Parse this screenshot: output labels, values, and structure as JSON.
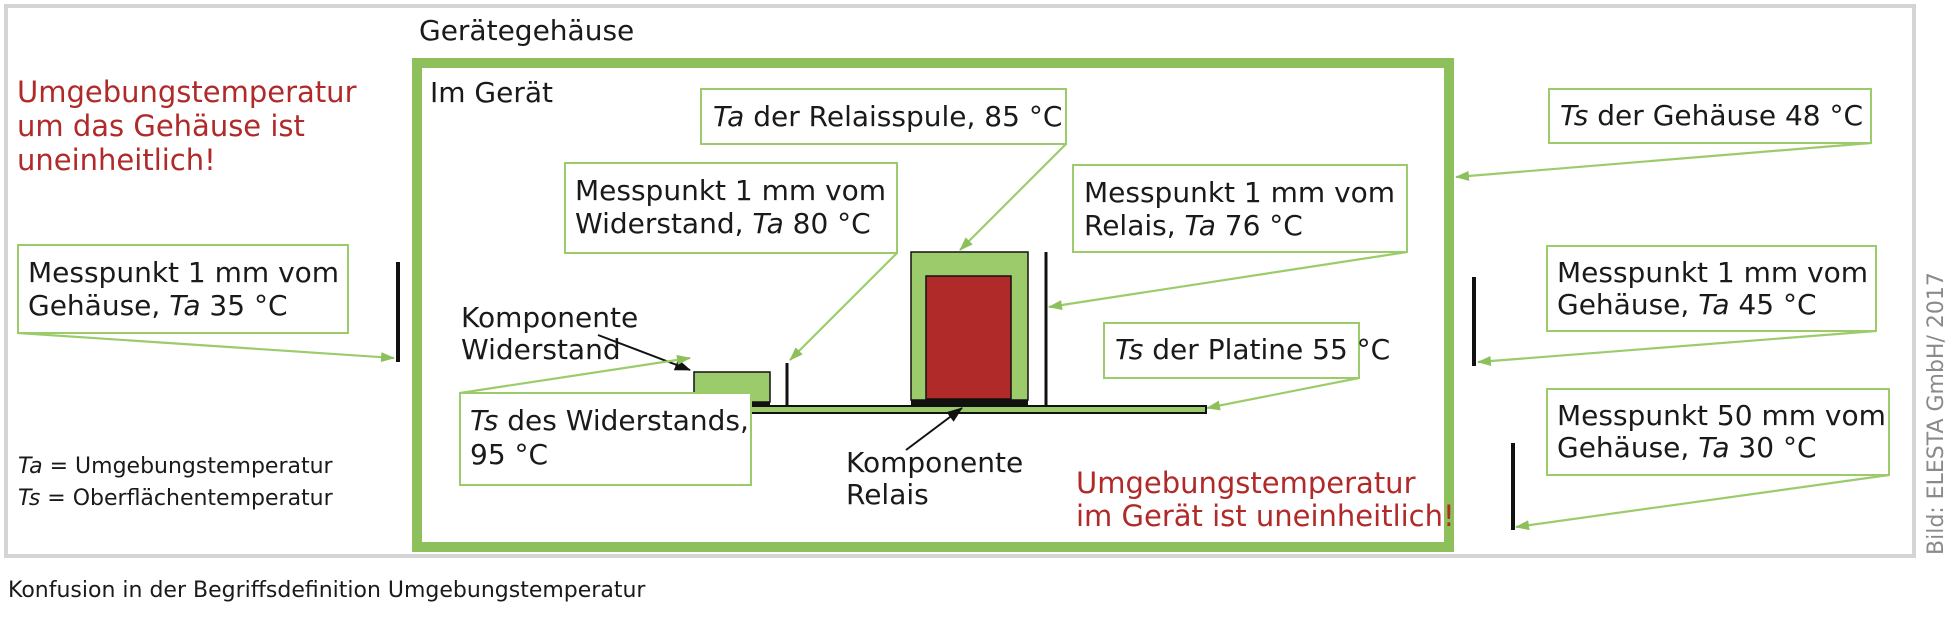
{
  "housing_title": "Gerätegehäuse",
  "inner_title": "Im Gerät",
  "ambient_outside_warning": [
    "Umgebungstemperatur",
    "um das Gehäuse ist",
    "uneinheitlich!"
  ],
  "ambient_inside_warning": [
    "Umgebungstemperatur",
    "im Gerät ist uneinheitlich!"
  ],
  "labels": {
    "relay_coil": {
      "sym": "Ta",
      "rest": " der Relaisspule, 85 °C"
    },
    "resistor_ta": {
      "line1": "Messpunkt 1 mm vom",
      "line2_pre": "Widerstand, ",
      "sym": "Ta",
      "line2_post": " 80 °C"
    },
    "relay_ta": {
      "line1": "Messpunkt 1 mm vom",
      "line2_pre": "Relais, ",
      "sym": "Ta",
      "line2_post": " 76 °C"
    },
    "board_ts": {
      "sym": "Ts",
      "rest": " der Platine 55 °C"
    },
    "resistor_ts": {
      "sym": "Ts",
      "rest": " des Widerstands,",
      "line2": "95 °C"
    },
    "housing_ts": {
      "sym": "Ts",
      "rest": " der Gehäuse 48 °C"
    },
    "left_ta": {
      "line1": "Messpunkt 1 mm vom",
      "line2_pre": "Gehäuse, ",
      "sym": "Ta",
      "line2_post": " 35 °C"
    },
    "right_ta_1mm": {
      "line1": "Messpunkt 1 mm vom",
      "line2_pre": "Gehäuse, ",
      "sym": "Ta",
      "line2_post": "  45 °C"
    },
    "right_ta_50mm": {
      "line1": "Messpunkt 50 mm vom",
      "line2_pre": "Gehäuse, ",
      "sym": "Ta",
      "line2_post": "  30 °C"
    }
  },
  "component_resistor": [
    "Komponente",
    "Widerstand"
  ],
  "component_relay": [
    "Komponente",
    "Relais"
  ],
  "legend": [
    {
      "sym": "Ta",
      "text": " = Umgebungstemperatur"
    },
    {
      "sym": "Ts",
      "text": " = Oberflächentemperatur"
    }
  ],
  "credit": "Bild: ELESTA GmbH/ 2017",
  "caption": "Konfusion in der Begriffsdefinition Umgebungstemperatur",
  "colors": {
    "green": "#8dc05a",
    "green_light": "#9ccb6b",
    "red": "#b02a2a",
    "outer_border": "#d4d4d4"
  }
}
